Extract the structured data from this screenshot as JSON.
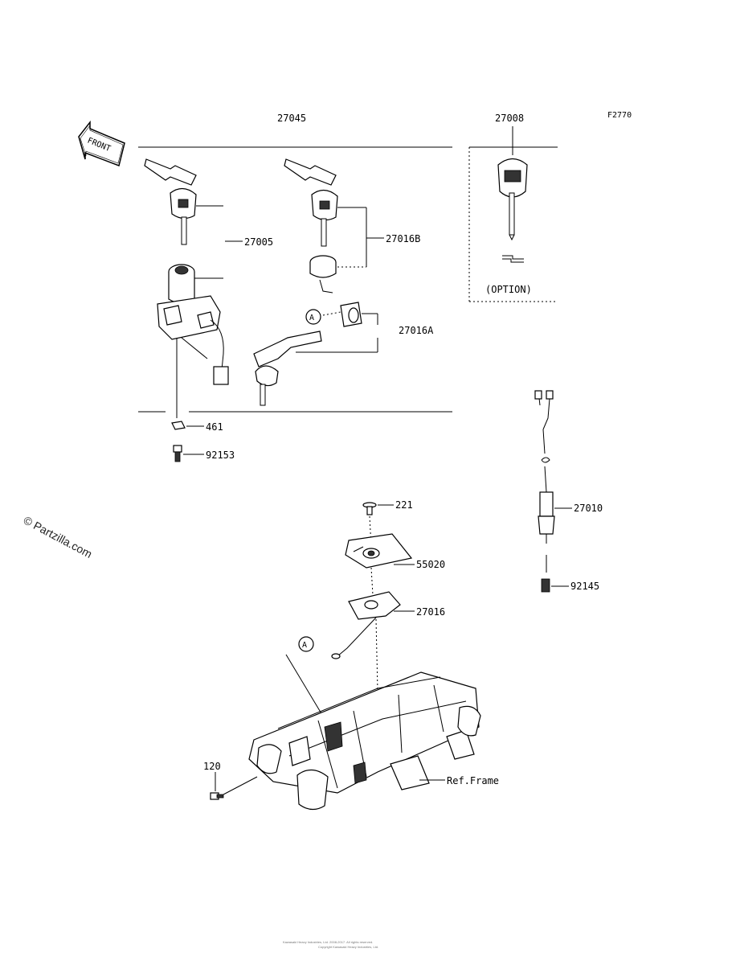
{
  "diagram": {
    "figure_code": "F2770",
    "front_label": "FRONT",
    "option_label": "(OPTION)",
    "ref_marker": "A",
    "watermark": "© Partzilla.com",
    "copyright_line1": "Kawasaki Heavy Industries, Ltd. 2008-2017. All rights reserved.",
    "copyright_line2": "Copyright Kawasaki Heavy Industries, Ltd."
  },
  "labels": {
    "p27045": "27045",
    "p27008": "27008",
    "p27005": "27005",
    "p27016B": "27016B",
    "p27016A": "27016A",
    "p461": "461",
    "p92153": "92153",
    "p221": "221",
    "p55020": "55020",
    "p27016": "27016",
    "p27010": "27010",
    "p92145": "92145",
    "p120": "120",
    "refframe": "Ref.Frame"
  }
}
